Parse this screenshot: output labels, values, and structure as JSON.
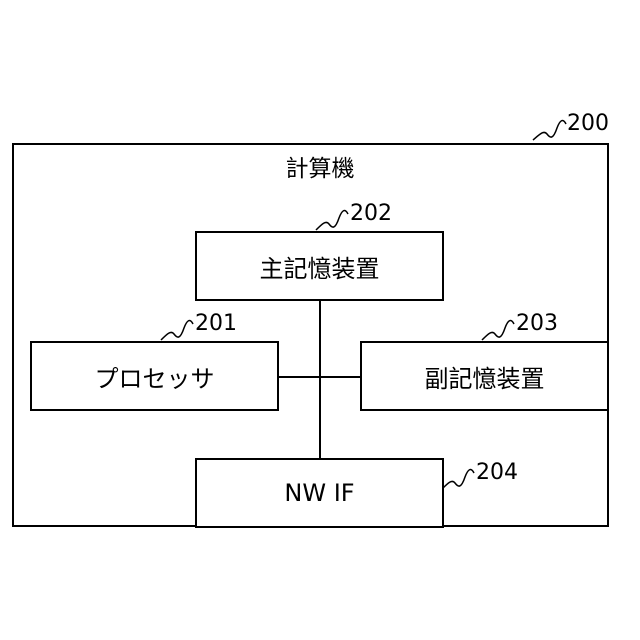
{
  "system": {
    "ref": "200",
    "title": "計算機"
  },
  "components": {
    "main_memory": {
      "ref": "202",
      "label": "主記憶装置"
    },
    "processor": {
      "ref": "201",
      "label": "プロセッサ"
    },
    "secondary_memory": {
      "ref": "203",
      "label": "副記憶装置"
    },
    "nw_if": {
      "ref": "204",
      "label": "NW IF"
    }
  }
}
